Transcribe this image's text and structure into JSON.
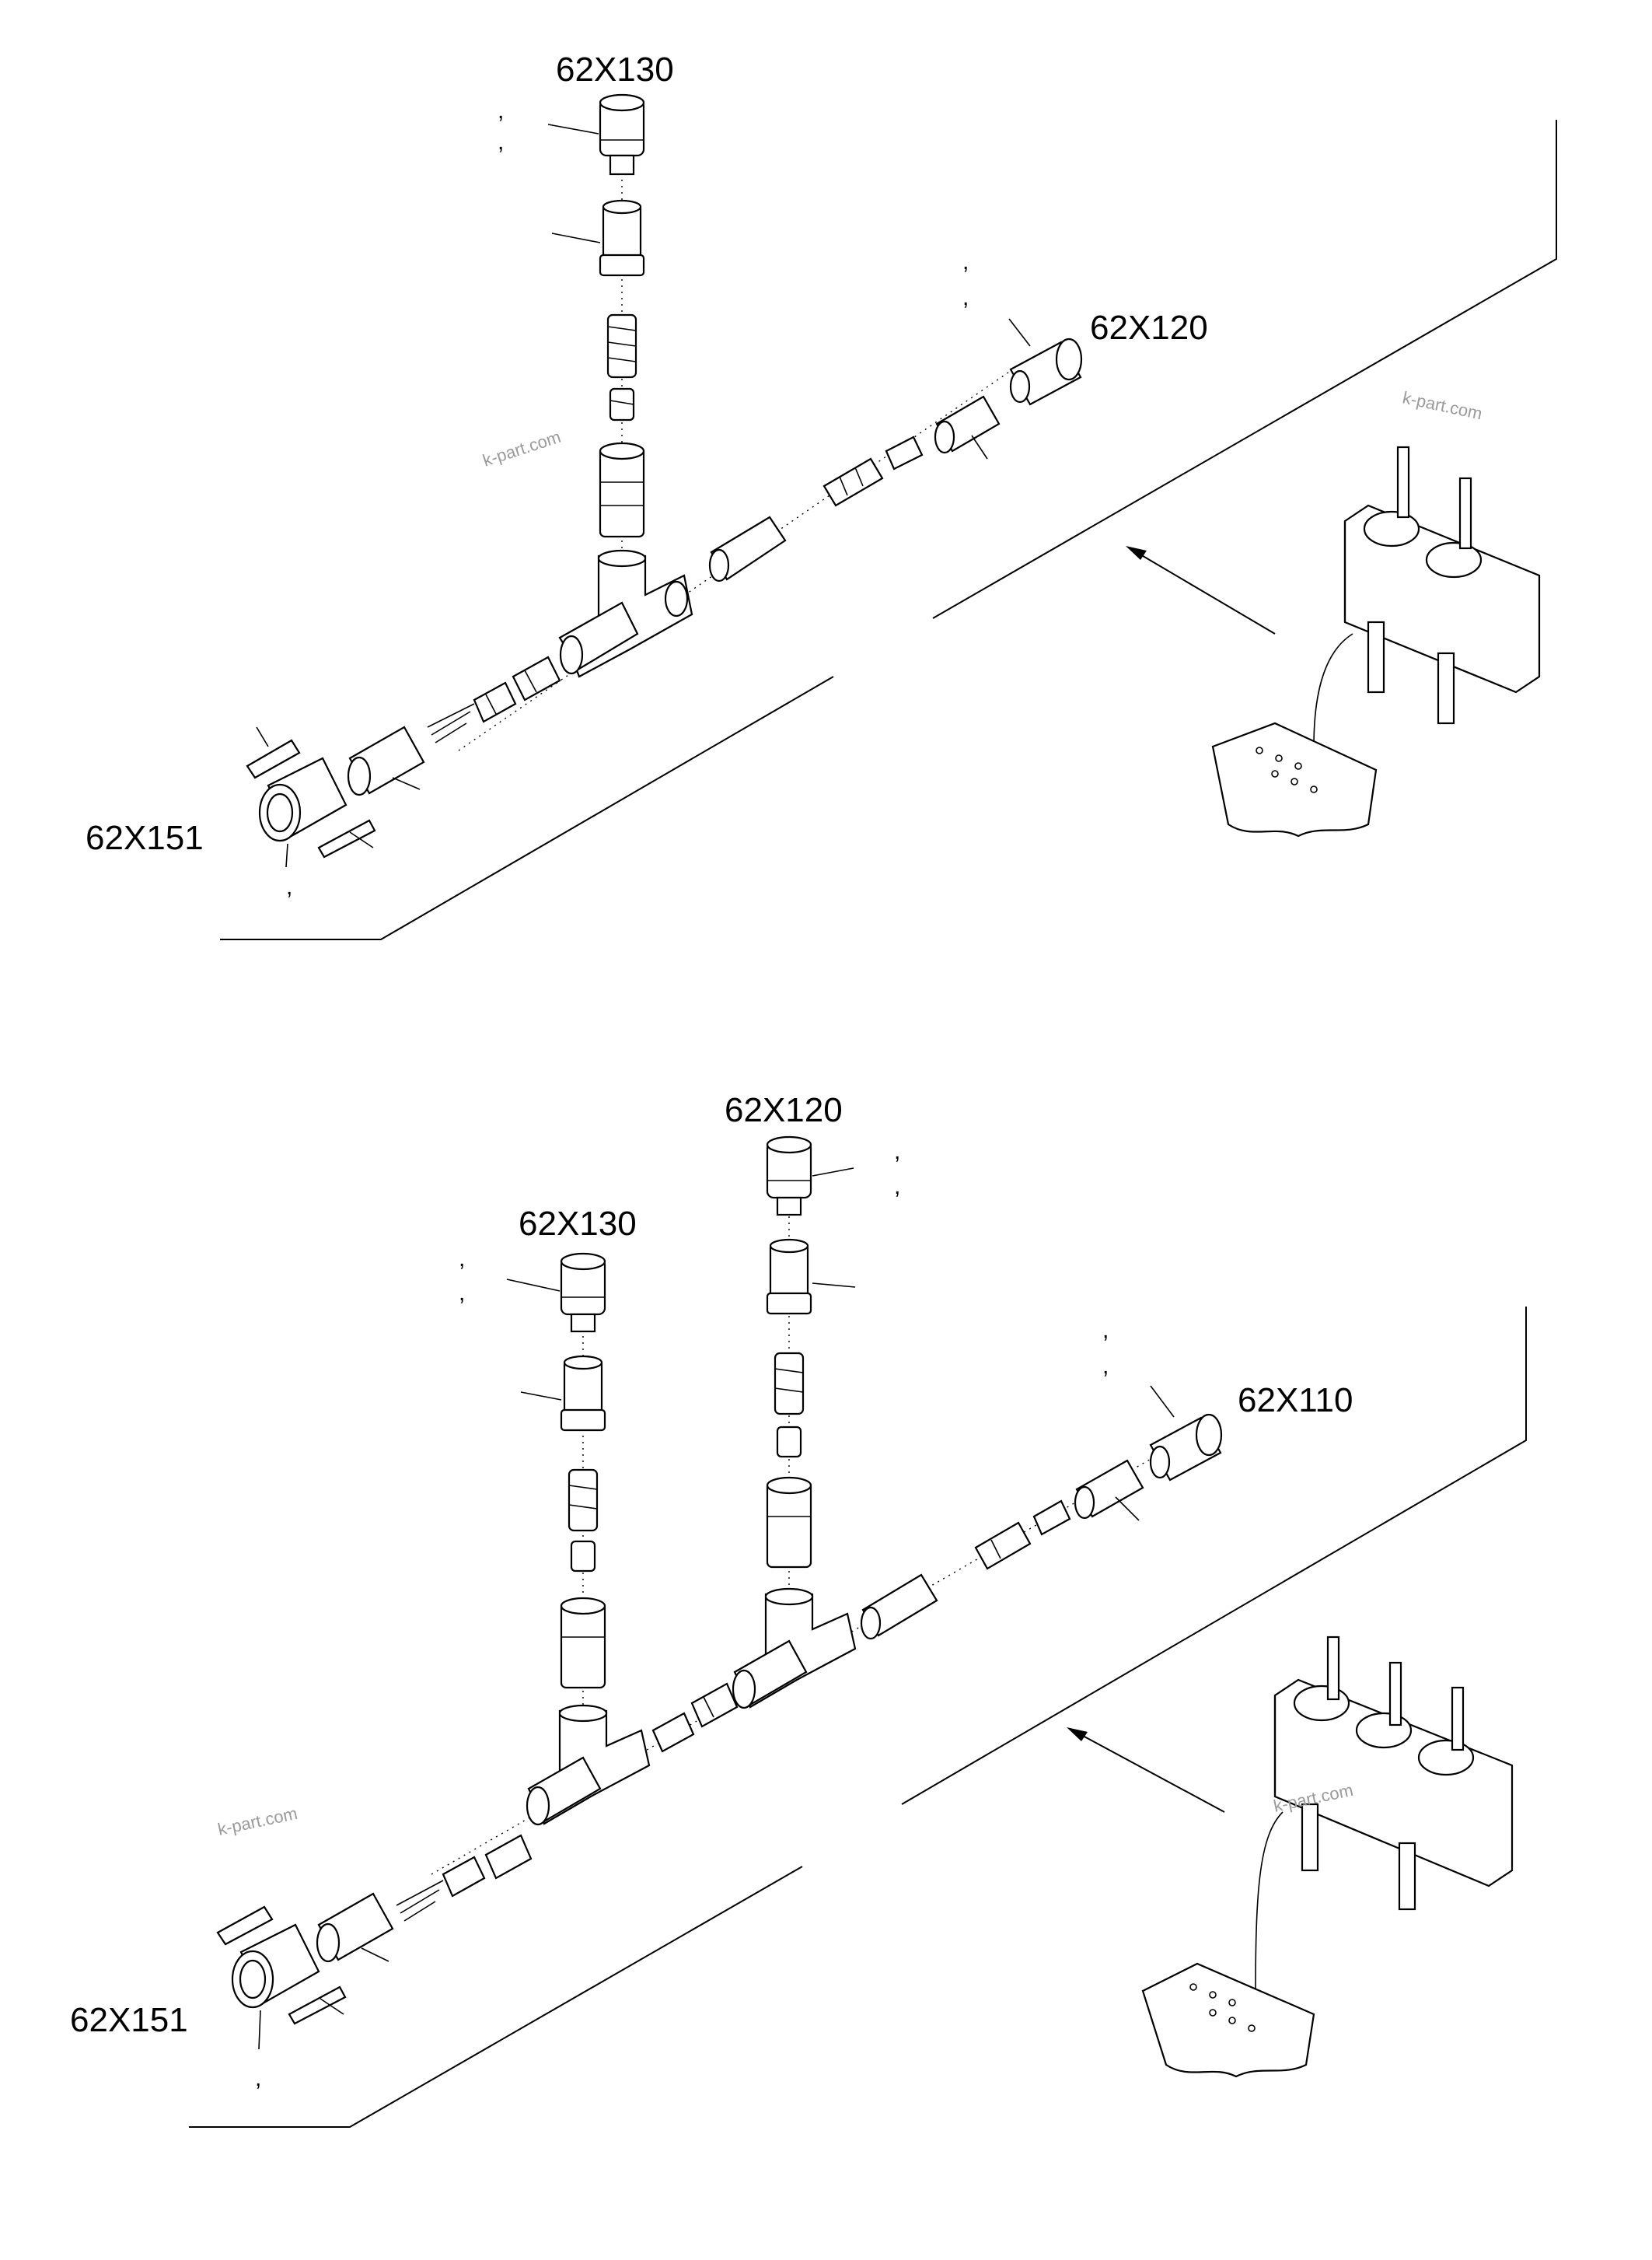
{
  "top_view": {
    "labels": {
      "conn_a": "62X130",
      "conn_b": "62X120",
      "conn_c": "62X151"
    },
    "marks": {
      "a1": ",",
      "a2": ",",
      "b1": ",",
      "b2": ",",
      "c1": ","
    },
    "watermarks": {
      "w1": "k-part.com",
      "w2": "k-part.com"
    }
  },
  "bottom_view": {
    "labels": {
      "conn_a": "62X120",
      "conn_b": "62X130",
      "conn_c": "62X110",
      "conn_d": "62X151"
    },
    "marks": {
      "a1": ",",
      "a2": ",",
      "b1": ",",
      "b2": ",",
      "c1": ",",
      "c2": ",",
      "d1": ","
    },
    "watermarks": {
      "w1": "k-part.com",
      "w2": "k-part.com"
    }
  }
}
